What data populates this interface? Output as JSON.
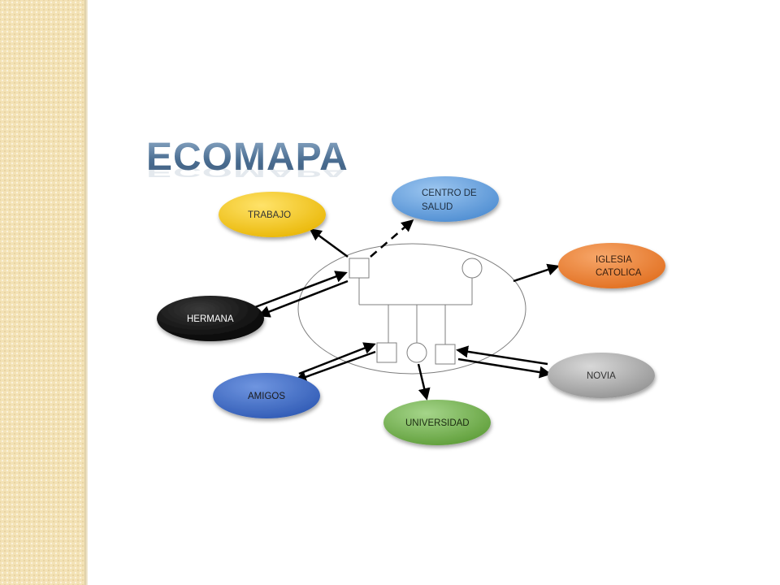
{
  "title": "ECOMAPA",
  "nodes": {
    "trabajo": {
      "label": "TRABAJO",
      "fill": "#f7c81b",
      "text_color": "#333333"
    },
    "centro_salud": {
      "label_lines": [
        "CENTRO DE",
        "SALUD"
      ],
      "fill": "#5b9bd5",
      "text_color": "#1f2f40"
    },
    "iglesia": {
      "label_lines": [
        "IGLESIA",
        "CATOLICA"
      ],
      "fill": "#ed7d31",
      "text_color": "#3a2010"
    },
    "hermana": {
      "label": "HERMANA",
      "fill": "#050505",
      "text_color": "#ffffff"
    },
    "novia": {
      "label": "NOVIA",
      "fill": "#a6a6a6",
      "text_color": "#333333"
    },
    "amigos": {
      "label": "AMIGOS",
      "fill": "#3a68c2",
      "text_color": "#1a1a1a"
    },
    "universidad": {
      "label": "UNIVERSIDAD",
      "fill": "#70ad47",
      "text_color": "#1a2a10"
    }
  },
  "colors": {
    "side_panel": "#f3e2b5",
    "family_circle": "#7f7f7f",
    "connector": "#000000"
  }
}
